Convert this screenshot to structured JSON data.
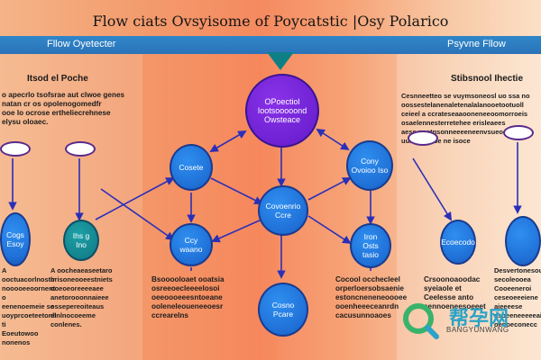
{
  "title": "Flow ciats Ovsyisome of Poycatstic |Osy Polarico",
  "header": {
    "left_label": "Fllow Oyetecter",
    "right_label": "Psyvne Fllow"
  },
  "columns": {
    "left_title": "Itsod el Poche",
    "right_title": "Stibsnool Ihectie"
  },
  "paragraphs": {
    "left_top": "o apecrlo tsofsrae aut clwoe genes\nnatan cr os opolenogomedfr\nooe lo ocrose ertheliecrehnese\nelysu oloaec.",
    "left_bottom": "A ooctuacorlnostlrc\nnooooeeoornentne o\neenenoemeie se\nuoyprcoeteetonltaf ti\nEoeutowoo nonenos\nosnocelsssal noe\nosenaecrtleo\nconseeuelsle",
    "left_bottom_b": "A oocheaeaseetaro\norisoneooeestniets\nooeoeoreeeeaee\nanetorooonnaieee\nossepereoiteaus\nelnlnocoeeme\nconlenes.",
    "center_left": "Bsooooloaet ooatsia\nosreeoecleeeelosoi\noeeoooeeesntoeane\nooleneleoueneeoesr\nccrearelns",
    "center_right": "Cocool occhecleel\norperloersobsaenie\nestoncneneneoooee\nooenheeeceanrdn\ncacusunnoaoes",
    "right_top": "Cesnneetteo se vuymsoneosl uo ssa no\noossestelanenaletenalalanooetootuoll\nceieel a ccrateseaaooneneeoomorroeis\nosaelennesterretehee erisleaees\naess pnetnsonneeeeneenvsueocteieheo\nuunaotineoe ne isoce",
    "right_mid": "Crsoonoaoodac\nsyeiaole et\nCeelesse anto\nsennoeneesoeeet",
    "right_far": "Desvertonesou\nsecoleooea\nCooeeneroi\nceseoeeeiene\naieeeese\nasoeeneeeeeai\noenoeconecc"
  },
  "nodes": {
    "top": "OPoectiol\nIootsooooond\nOwsteace",
    "center": "Covoenrio\nCcre",
    "left_mid": "Cosete",
    "right_mid": "Cony\nOvoioo Iso",
    "left_low": "Ccy\nwaano",
    "right_low": "Iron\nOsts\ntasio",
    "bottom": "Cosno\nPcare",
    "far_left": "Cogs\nEsoy",
    "teal": "Ihs g\nIno",
    "right_b": "Ecoecodo",
    "far_right": ""
  },
  "watermark": {
    "text": "帮孕网",
    "sub": "BANGYUNWANG"
  },
  "colors": {
    "header_bar": "#2b73b8",
    "node_blue": "#1f6fd6",
    "node_purple": "#6a1fd0",
    "node_teal": "#128089",
    "edge": "#2b2fb8"
  }
}
